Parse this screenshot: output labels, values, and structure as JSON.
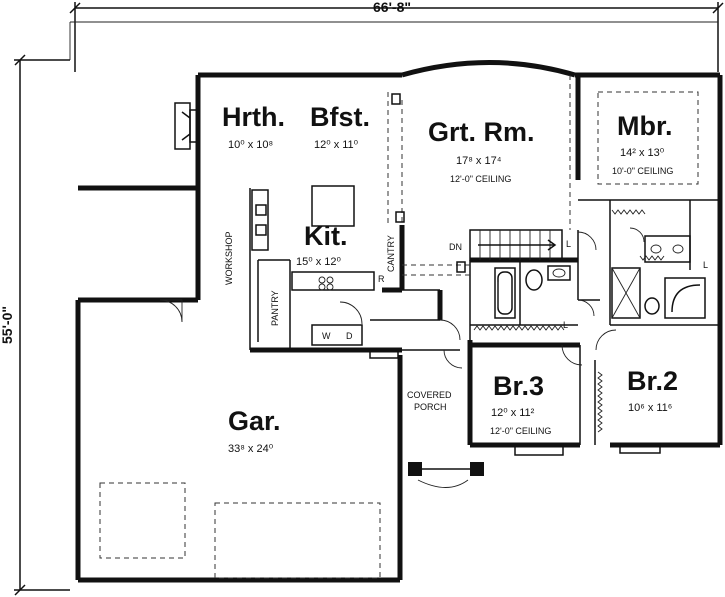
{
  "dimensions": {
    "width": "66'-8\"",
    "depth": "55'-0\""
  },
  "rooms": [
    {
      "id": "hearth",
      "name": "Hrth.",
      "size": "10⁰ x 10⁸"
    },
    {
      "id": "breakfast",
      "name": "Bfst.",
      "size": "12⁰ x 11⁰"
    },
    {
      "id": "great-room",
      "name": "Grt. Rm.",
      "size": "17⁸ x 17⁴",
      "note": "12'-0\" CEILING"
    },
    {
      "id": "master-bedroom",
      "name": "Mbr.",
      "size": "14² x 13⁰",
      "note": "10'-0\" CEILING"
    },
    {
      "id": "kitchen",
      "name": "Kit.",
      "size": "15⁰ x 12⁰"
    },
    {
      "id": "bedroom-3",
      "name": "Br.3",
      "size": "12⁰ x 11²",
      "note": "12'-0\" CEILING"
    },
    {
      "id": "bedroom-2",
      "name": "Br.2",
      "size": "10⁶ x 11⁶"
    },
    {
      "id": "garage",
      "name": "Gar.",
      "size": "33⁸ x 24⁰"
    }
  ],
  "labels": {
    "workshop": "WORKSHOP",
    "pantry": "PANTRY",
    "cantry": "CANTRY",
    "covered_porch_1": "COVERED",
    "covered_porch_2": "PORCH",
    "stair_down": "DN",
    "range": "R",
    "washer": "W",
    "dryer": "D",
    "linen": "L"
  }
}
